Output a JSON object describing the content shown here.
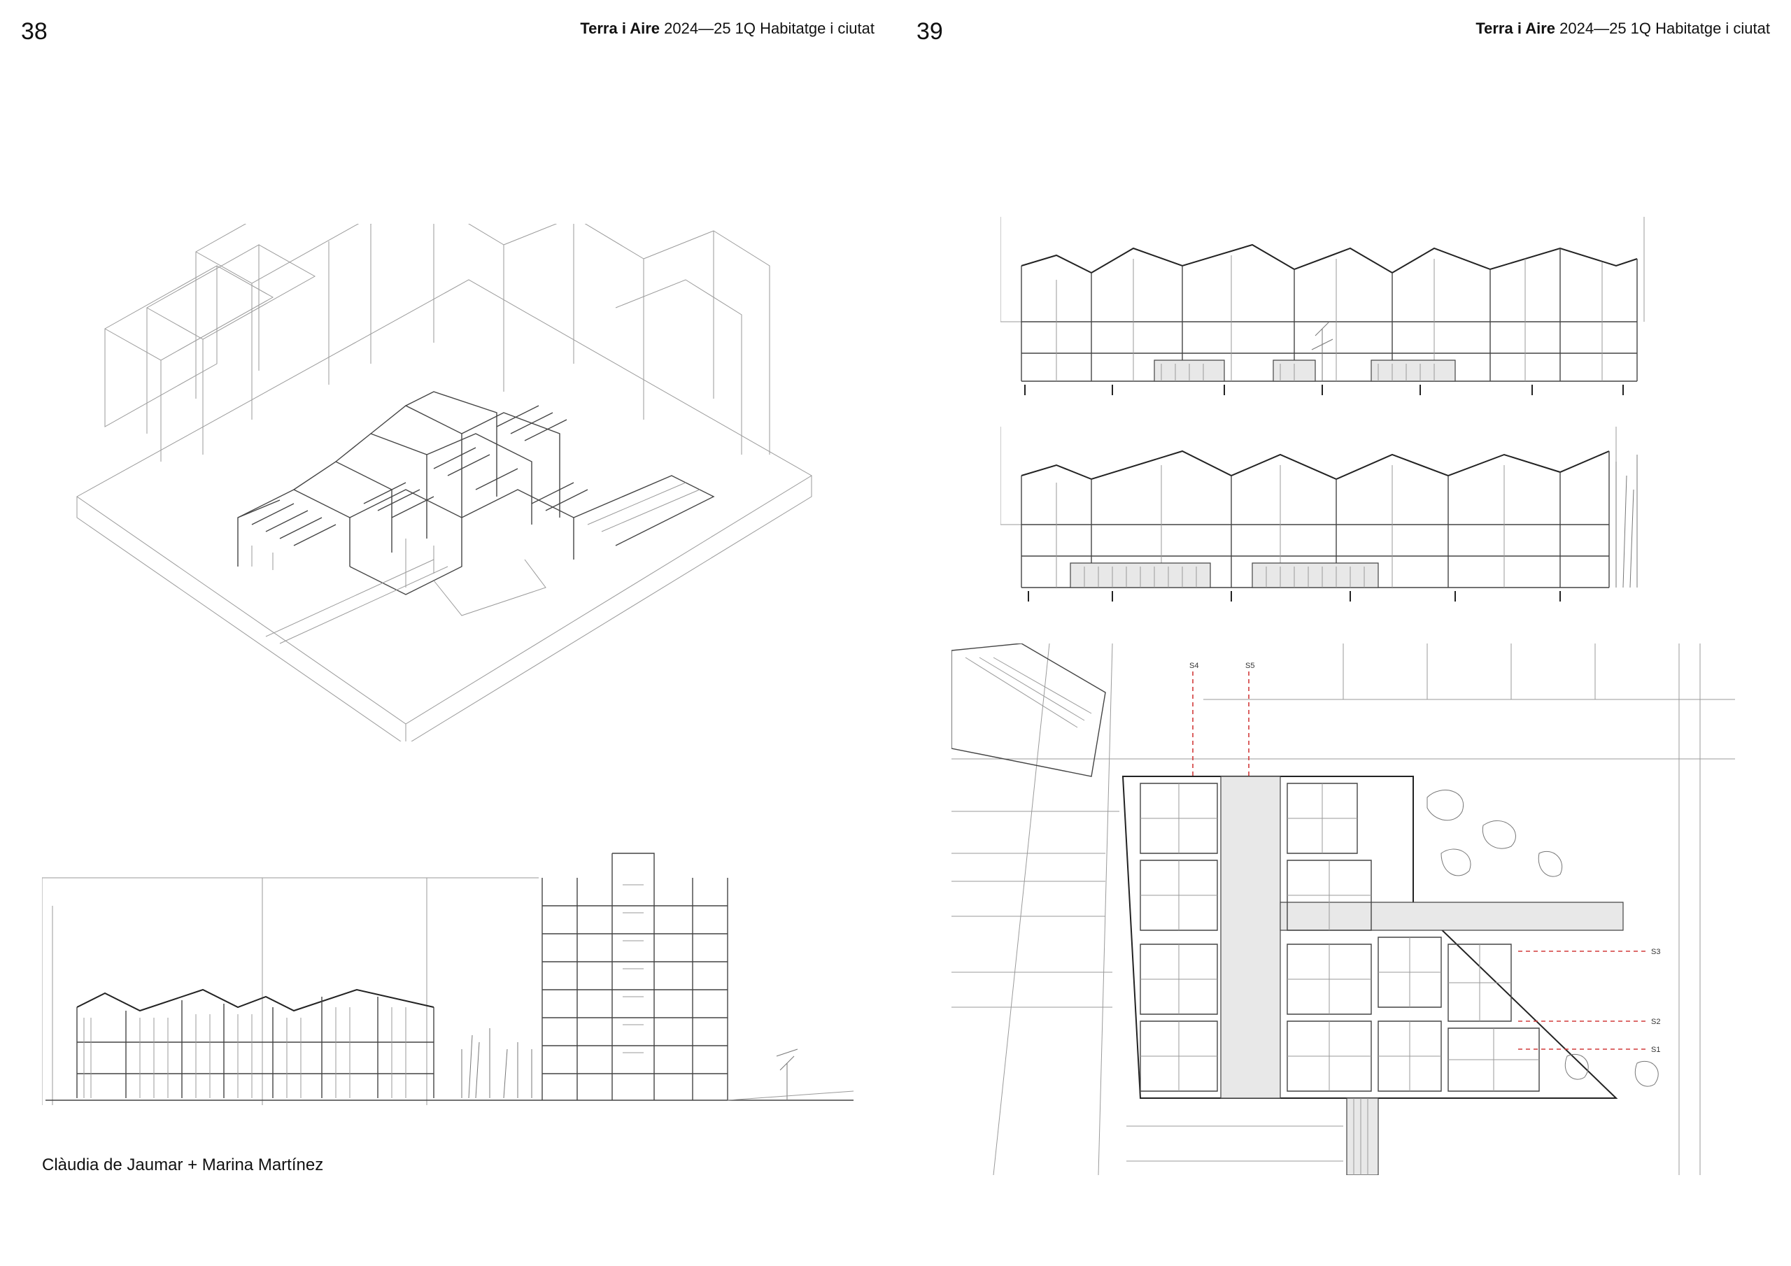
{
  "spread": {
    "left_page": {
      "page_number": "38",
      "header": {
        "title_bold": "Terra i Aire",
        "title_rest": " 2024—25 1Q Habitatge i ciutat"
      },
      "caption": "Clàudia de Jaumar + Marina Martínez"
    },
    "right_page": {
      "page_number": "39",
      "header": {
        "title_bold": "Terra i Aire",
        "title_rest": " 2024—25 1Q Habitatge i ciutat"
      },
      "plan_marks": {
        "s4": "S4",
        "s5": "S5",
        "s3": "S3",
        "s2": "S2",
        "s1": "S1"
      }
    }
  },
  "colors": {
    "ink": "#111111",
    "line": "#444444",
    "section_marker": "#d23a3a"
  }
}
